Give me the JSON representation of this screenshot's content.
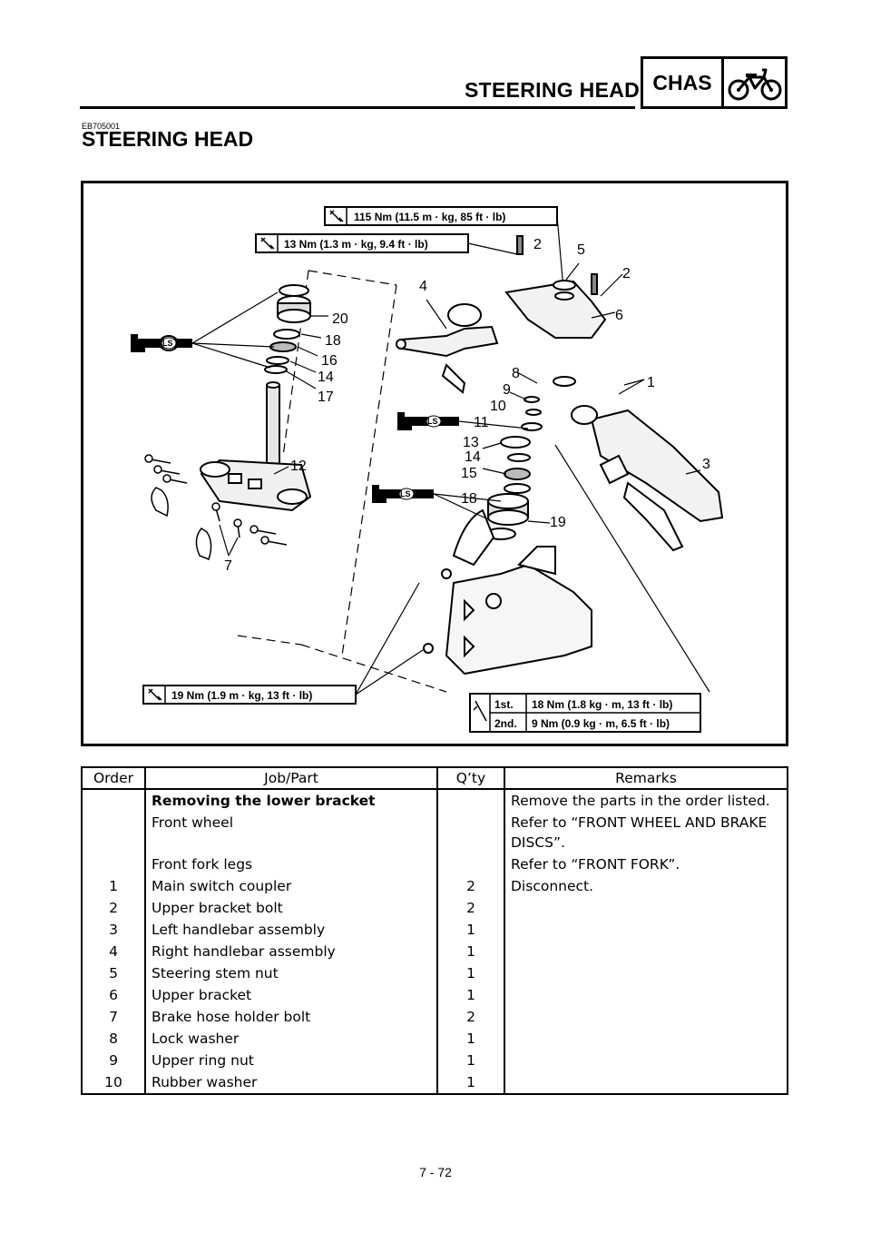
{
  "header": {
    "title": "STEERING HEAD",
    "badge": "CHAS",
    "badge_icon": "motorcycle-icon"
  },
  "doc_code": "EB705001",
  "section_title": "STEERING HEAD",
  "diagram": {
    "torque_upper_nut": "115 Nm (11.5 m · kg, 85 ft · lb)",
    "torque_upper_bolt": "13 Nm (1.3 m · kg, 9.4 ft · lb)",
    "torque_lower": "19 Nm (1.9 m · kg, 13 ft · lb)",
    "torque_steps": [
      {
        "step": "1st.",
        "value": "18 Nm (1.8 kg · m, 13 ft · lb)"
      },
      {
        "step": "2nd.",
        "value": "9 Nm (0.9 kg · m, 6.5 ft · lb)"
      }
    ],
    "grease_label": "LS",
    "callouts": [
      "1",
      "2",
      "2",
      "3",
      "4",
      "5",
      "6",
      "7",
      "8",
      "9",
      "10",
      "11",
      "12",
      "13",
      "14",
      "14",
      "15",
      "16",
      "17",
      "18",
      "18",
      "19",
      "20"
    ]
  },
  "table": {
    "headers": [
      "Order",
      "Job/Part",
      "Q’ty",
      "Remarks"
    ],
    "rows": [
      {
        "order": "",
        "job": "Removing the lower bracket",
        "qty": "",
        "remarks": "Remove the parts in the order listed."
      },
      {
        "order": "",
        "job": "Front wheel",
        "qty": "",
        "remarks": "Refer to “FRONT WHEEL AND BRAKE DISCS”."
      },
      {
        "order": "",
        "job": "Front fork legs",
        "qty": "",
        "remarks": "Refer to “FRONT FORK”."
      },
      {
        "order": "1",
        "job": "Main switch coupler",
        "qty": "2",
        "remarks": "Disconnect."
      },
      {
        "order": "2",
        "job": "Upper bracket bolt",
        "qty": "2",
        "remarks": ""
      },
      {
        "order": "3",
        "job": "Left handlebar assembly",
        "qty": "1",
        "remarks": ""
      },
      {
        "order": "4",
        "job": "Right handlebar assembly",
        "qty": "1",
        "remarks": ""
      },
      {
        "order": "5",
        "job": "Steering stem nut",
        "qty": "1",
        "remarks": ""
      },
      {
        "order": "6",
        "job": "Upper bracket",
        "qty": "1",
        "remarks": ""
      },
      {
        "order": "7",
        "job": "Brake hose holder bolt",
        "qty": "2",
        "remarks": ""
      },
      {
        "order": "8",
        "job": "Lock washer",
        "qty": "1",
        "remarks": ""
      },
      {
        "order": "9",
        "job": "Upper ring nut",
        "qty": "1",
        "remarks": ""
      },
      {
        "order": "10",
        "job": "Rubber washer",
        "qty": "1",
        "remarks": ""
      }
    ]
  },
  "page_number": "7 - 72"
}
